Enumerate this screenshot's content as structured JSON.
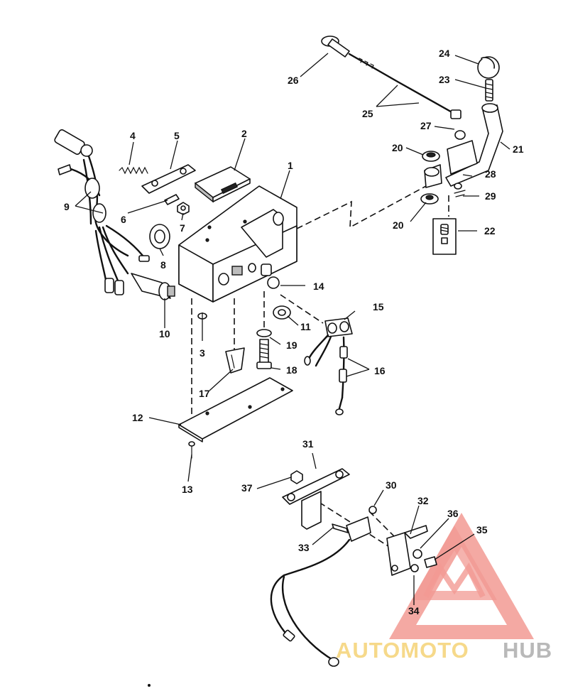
{
  "callouts": [
    "1",
    "2",
    "3",
    "4",
    "5",
    "6",
    "7",
    "8",
    "9",
    "10",
    "11",
    "12",
    "13",
    "14",
    "15",
    "16",
    "17",
    "18",
    "19",
    "20",
    "21",
    "22",
    "23",
    "24",
    "25",
    "26",
    "27",
    "28",
    "29",
    "30",
    "31",
    "32",
    "33",
    "34",
    "35",
    "36",
    "37"
  ],
  "watermark": {
    "brand_part1": "AUTOMOTO",
    "brand_part2": "HUB",
    "triangle_color": "#f29a93",
    "text_color_1": "#f6d98a",
    "text_color_2": "#b9b9b9"
  }
}
